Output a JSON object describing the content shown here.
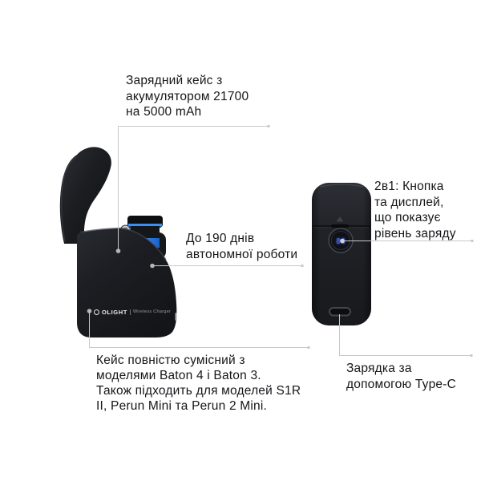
{
  "annotations": {
    "case_battery": {
      "text": "Зарядний кейс з\nакумулятором 21700\nна 5000 mAh"
    },
    "battery_life": {
      "text": "До 190 днів\nавтономної роботи"
    },
    "button_display": {
      "text": "2в1: Кнопка\nта дисплей,\nщо показує\nрівень заряду"
    },
    "compatibility": {
      "text": "Кейс повністю сумісний з\nмоделями Baton 4 і Baton 3.\nТакож підходить для моделей S1R\nII, Perun Mini та Perun 2 Mini."
    },
    "charging": {
      "text": "Зарядка за\nдопомогою Type-C"
    }
  },
  "logo": {
    "brand": "OLIGHT",
    "product": "Wireless Charger"
  },
  "icons": {
    "triangle_indicator": "▲",
    "usb_c_port": "port-outline",
    "charge_display_button": "round-button-blue-display"
  },
  "colors": {
    "background": "#ffffff",
    "text": "#141619",
    "leader_line": "#c6c9cb",
    "leader_dot": "#b3b7ba",
    "device_body": "#1d2024",
    "accent_blue": "#2f84ef",
    "button_glow_blue": "#4059d4"
  }
}
